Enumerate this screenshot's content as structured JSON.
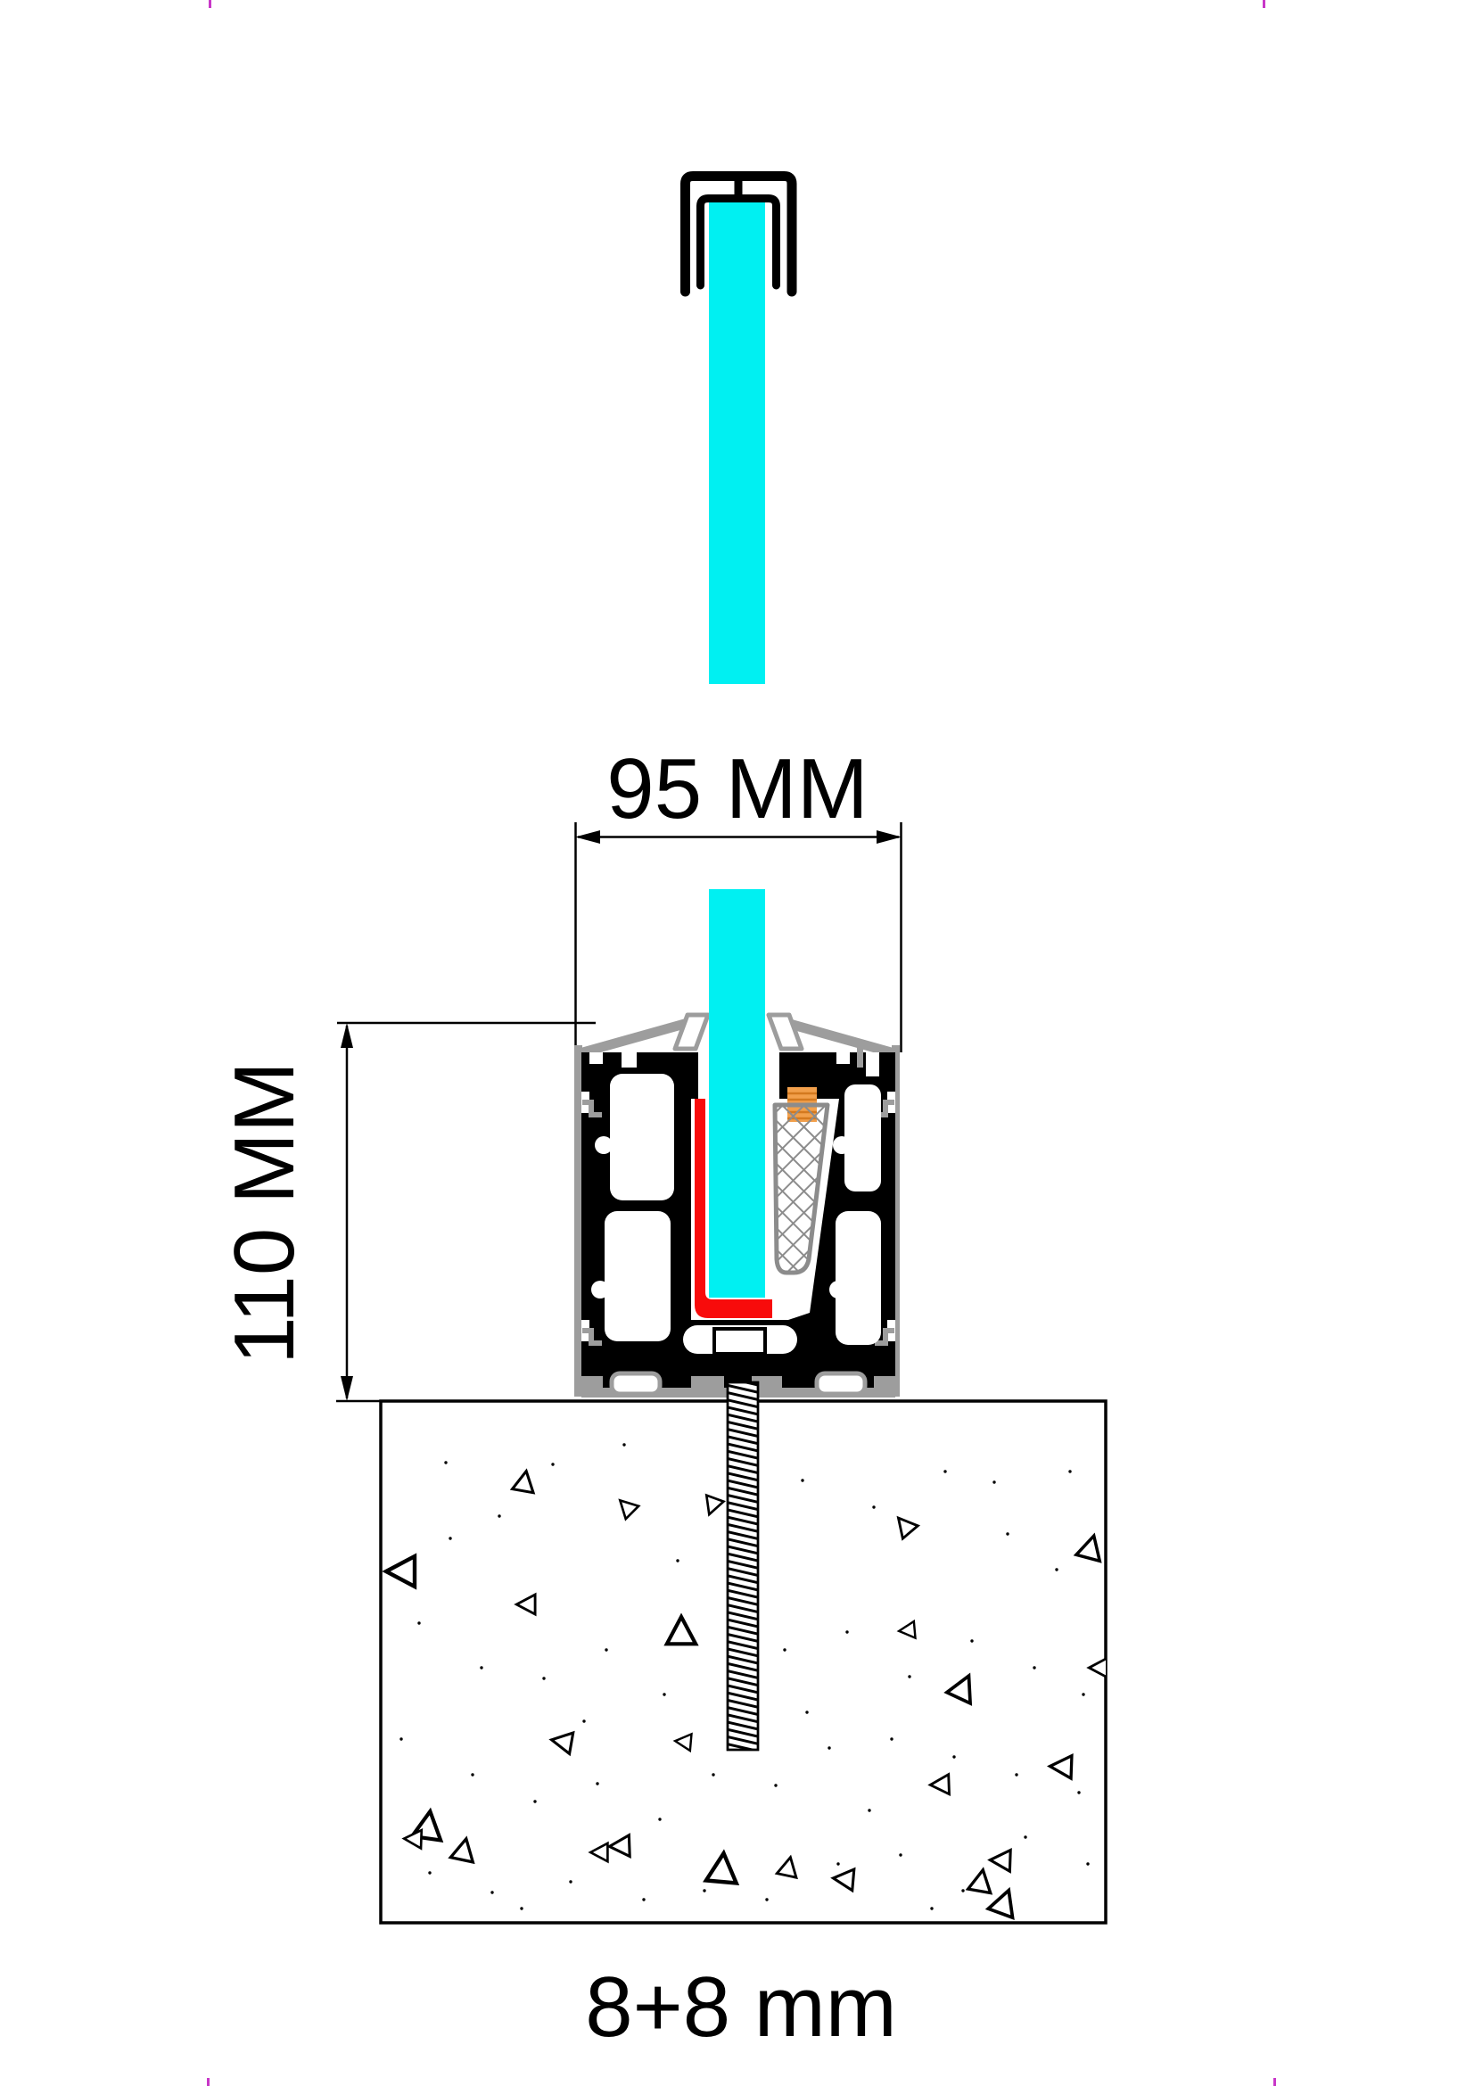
{
  "drawing": {
    "type": "technical-section-drawing",
    "subject": "glass balustrade base profile cross-section with handrail cap, anchor bolt and concrete slab"
  },
  "labels": {
    "profile_width": "95 MM",
    "profile_height": "110 MM",
    "glass_thickness": "8+8 mm"
  },
  "colors": {
    "glass": "#00F0F2",
    "gasket": "#F80B0B",
    "wedge_hatch": "#8C8C8C",
    "spacer_block": "#F2A04C",
    "spacer_stripe": "#D4791F",
    "aluminum_body": "#000000",
    "cover_gray": "#9D9D9D",
    "registration_mark": "#C837C8",
    "line": "#000000",
    "background": "#FFFFFF"
  }
}
